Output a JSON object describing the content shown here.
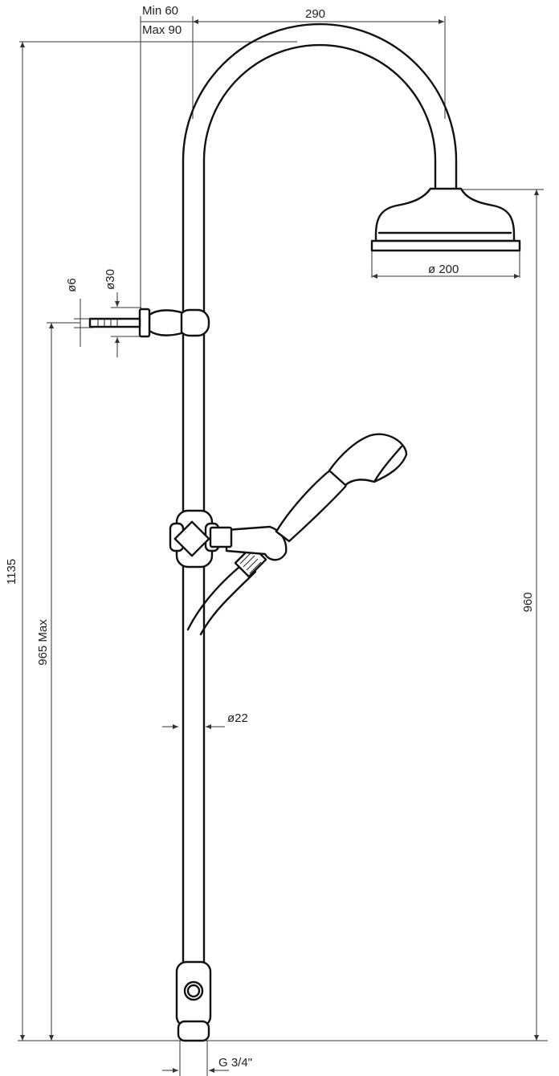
{
  "dimensions": {
    "min_reach": "Min 60",
    "max_reach": "Max 90",
    "arm_length": "290",
    "total_height": "1135",
    "max_height": "965 Max",
    "head_height": "960",
    "head_diameter": "ø 200",
    "bracket_pin_diameter": "ø6",
    "bracket_diameter": "ø30",
    "pipe_diameter": "ø22",
    "inlet_thread": "G 3/4\""
  }
}
